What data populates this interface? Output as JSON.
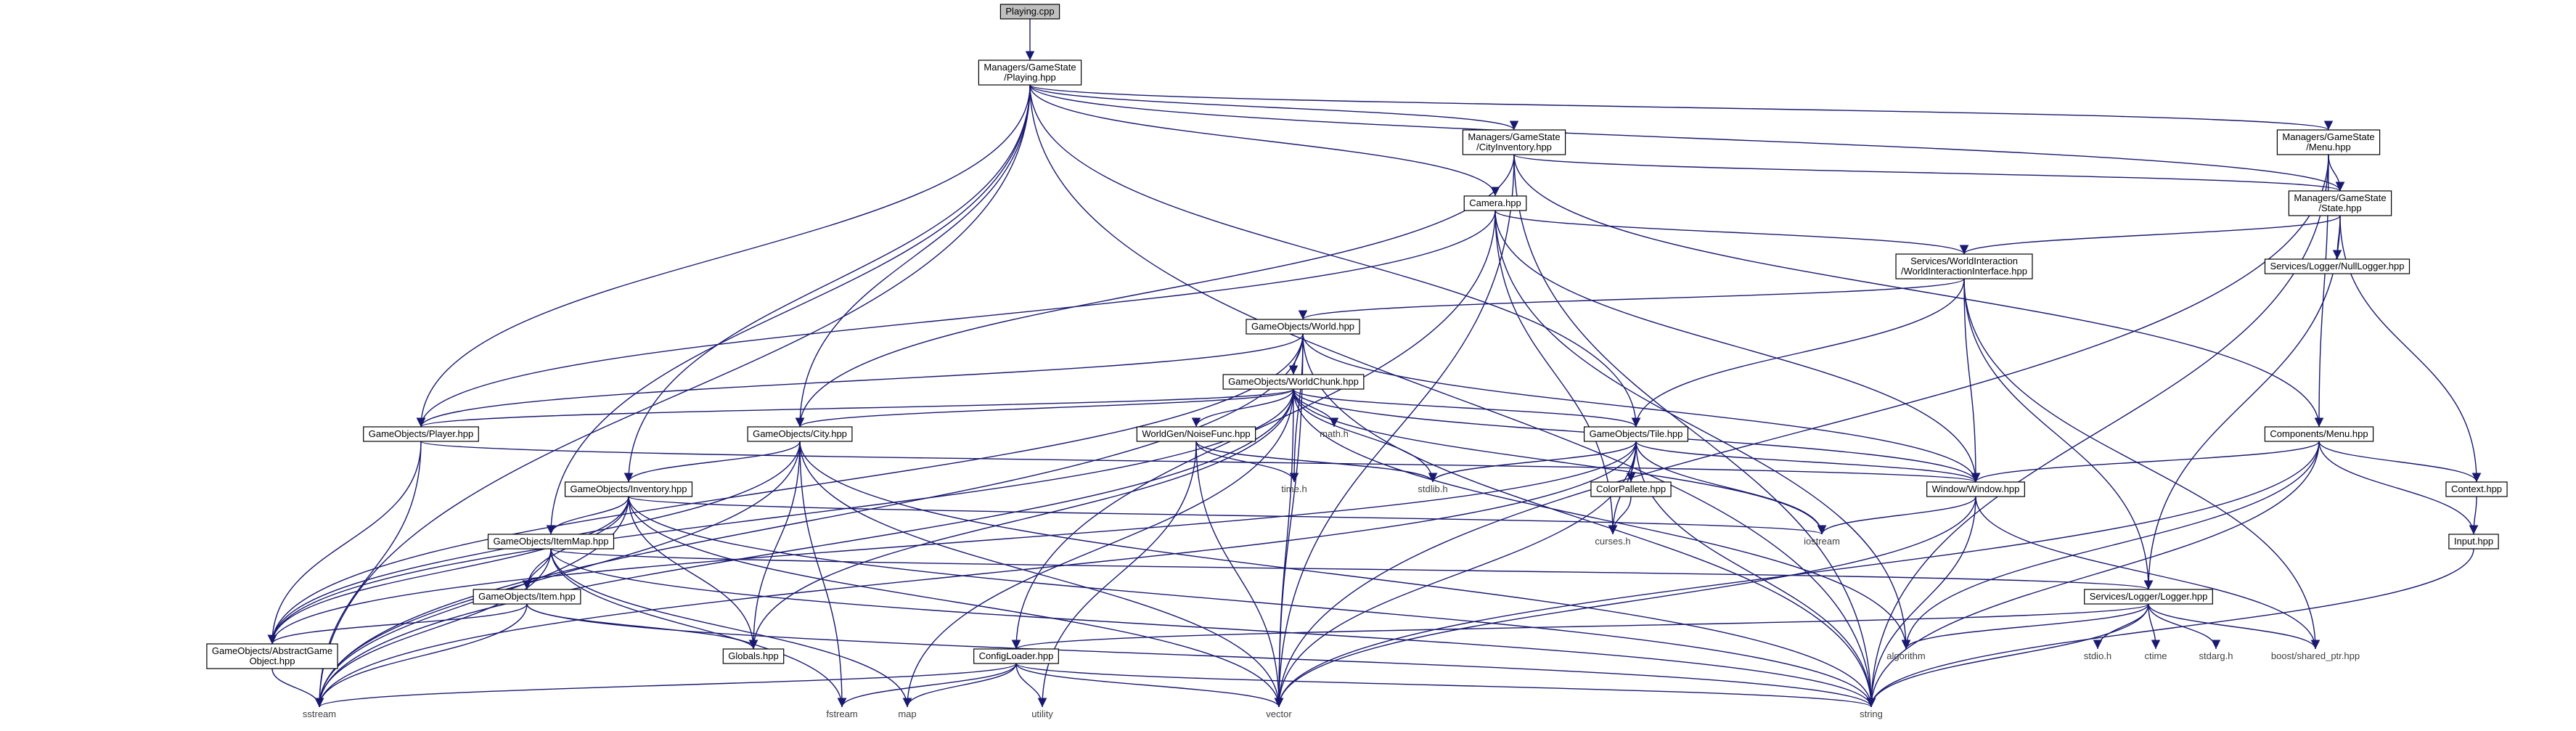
{
  "diagram": {
    "root": "Playing.cpp",
    "nodes": {
      "playing_cpp": {
        "label": [
          "Playing.cpp"
        ],
        "root": true
      },
      "playing_hpp": {
        "label": [
          "Managers/GameState",
          "/Playing.hpp"
        ]
      },
      "cityinv_hpp": {
        "label": [
          "Managers/GameState",
          "/CityInventory.hpp"
        ]
      },
      "menu_hpp": {
        "label": [
          "Managers/GameState",
          "/Menu.hpp"
        ]
      },
      "camera_hpp": {
        "label": [
          "Camera.hpp"
        ]
      },
      "state_hpp": {
        "label": [
          "Managers/GameState",
          "/State.hpp"
        ]
      },
      "wii_hpp": {
        "label": [
          "Services/WorldInteraction",
          "/WorldInteractionInterface.hpp"
        ]
      },
      "nulllogger_hpp": {
        "label": [
          "Services/Logger/NullLogger.hpp"
        ]
      },
      "world_hpp": {
        "label": [
          "GameObjects/World.hpp"
        ]
      },
      "worldchunk_hpp": {
        "label": [
          "GameObjects/WorldChunk.hpp"
        ]
      },
      "player_hpp": {
        "label": [
          "GameObjects/Player.hpp"
        ]
      },
      "city_hpp": {
        "label": [
          "GameObjects/City.hpp"
        ]
      },
      "noisefunc_hpp": {
        "label": [
          "WorldGen/NoiseFunc.hpp"
        ]
      },
      "math_h": {
        "label": [
          "math.h"
        ],
        "system": true
      },
      "tile_hpp": {
        "label": [
          "GameObjects/Tile.hpp"
        ]
      },
      "compmenu_hpp": {
        "label": [
          "Components/Menu.hpp"
        ]
      },
      "inventory_hpp": {
        "label": [
          "GameObjects/Inventory.hpp"
        ]
      },
      "time_h": {
        "label": [
          "time.h"
        ],
        "system": true
      },
      "stdlib_h": {
        "label": [
          "stdlib.h"
        ],
        "system": true
      },
      "colorpallete_hpp": {
        "label": [
          "ColorPallete.hpp"
        ]
      },
      "window_hpp": {
        "label": [
          "Window/Window.hpp"
        ]
      },
      "context_hpp": {
        "label": [
          "Context.hpp"
        ]
      },
      "itemmap_hpp": {
        "label": [
          "GameObjects/ItemMap.hpp"
        ]
      },
      "curses_h": {
        "label": [
          "curses.h"
        ],
        "system": true
      },
      "iostream": {
        "label": [
          "iostream"
        ],
        "system": true
      },
      "input_hpp": {
        "label": [
          "Input.hpp"
        ]
      },
      "item_hpp": {
        "label": [
          "GameObjects/Item.hpp"
        ]
      },
      "logger_hpp": {
        "label": [
          "Services/Logger/Logger.hpp"
        ]
      },
      "abstractgo_hpp": {
        "label": [
          "GameObjects/AbstractGame",
          "Object.hpp"
        ]
      },
      "globals_hpp": {
        "label": [
          "Globals.hpp"
        ]
      },
      "configloader_hpp": {
        "label": [
          "ConfigLoader.hpp"
        ]
      },
      "algorithm": {
        "label": [
          "algorithm"
        ],
        "system": true
      },
      "stdio_h": {
        "label": [
          "stdio.h"
        ],
        "system": true
      },
      "ctime": {
        "label": [
          "ctime"
        ],
        "system": true
      },
      "stdarg_h": {
        "label": [
          "stdarg.h"
        ],
        "system": true
      },
      "shared_ptr_hpp": {
        "label": [
          "boost/shared_ptr.hpp"
        ],
        "system": true
      },
      "sstream": {
        "label": [
          "sstream"
        ],
        "system": true
      },
      "fstream": {
        "label": [
          "fstream"
        ],
        "system": true
      },
      "map": {
        "label": [
          "map"
        ],
        "system": true
      },
      "utility": {
        "label": [
          "utility"
        ],
        "system": true
      },
      "vector": {
        "label": [
          "vector"
        ],
        "system": true
      },
      "string": {
        "label": [
          "string"
        ],
        "system": true
      }
    },
    "edges": [
      [
        "playing_cpp",
        "playing_hpp"
      ],
      [
        "playing_hpp",
        "cityinv_hpp"
      ],
      [
        "playing_hpp",
        "menu_hpp"
      ],
      [
        "playing_hpp",
        "camera_hpp"
      ],
      [
        "playing_hpp",
        "state_hpp"
      ],
      [
        "playing_hpp",
        "player_hpp"
      ],
      [
        "playing_hpp",
        "city_hpp"
      ],
      [
        "playing_hpp",
        "tile_hpp"
      ],
      [
        "playing_hpp",
        "inventory_hpp"
      ],
      [
        "playing_hpp",
        "itemmap_hpp"
      ],
      [
        "playing_hpp",
        "sstream"
      ],
      [
        "playing_hpp",
        "string"
      ],
      [
        "cityinv_hpp",
        "state_hpp"
      ],
      [
        "cityinv_hpp",
        "compmenu_hpp"
      ],
      [
        "cityinv_hpp",
        "city_hpp"
      ],
      [
        "cityinv_hpp",
        "vector"
      ],
      [
        "cityinv_hpp",
        "string"
      ],
      [
        "menu_hpp",
        "state_hpp"
      ],
      [
        "menu_hpp",
        "compmenu_hpp"
      ],
      [
        "menu_hpp",
        "vector"
      ],
      [
        "menu_hpp",
        "string"
      ],
      [
        "camera_hpp",
        "wii_hpp"
      ],
      [
        "camera_hpp",
        "player_hpp"
      ],
      [
        "camera_hpp",
        "window_hpp"
      ],
      [
        "camera_hpp",
        "curses_h"
      ],
      [
        "camera_hpp",
        "configloader_hpp"
      ],
      [
        "camera_hpp",
        "algorithm"
      ],
      [
        "state_hpp",
        "wii_hpp"
      ],
      [
        "state_hpp",
        "nulllogger_hpp"
      ],
      [
        "state_hpp",
        "logger_hpp"
      ],
      [
        "state_hpp",
        "context_hpp"
      ],
      [
        "wii_hpp",
        "world_hpp"
      ],
      [
        "wii_hpp",
        "tile_hpp"
      ],
      [
        "wii_hpp",
        "window_hpp"
      ],
      [
        "wii_hpp",
        "logger_hpp"
      ],
      [
        "wii_hpp",
        "shared_ptr_hpp"
      ],
      [
        "world_hpp",
        "worldchunk_hpp"
      ],
      [
        "world_hpp",
        "player_hpp"
      ],
      [
        "world_hpp",
        "time_h"
      ],
      [
        "world_hpp",
        "window_hpp"
      ],
      [
        "world_hpp",
        "abstractgo_hpp"
      ],
      [
        "world_hpp",
        "sstream"
      ],
      [
        "world_hpp",
        "vector"
      ],
      [
        "world_hpp",
        "string"
      ],
      [
        "worldchunk_hpp",
        "city_hpp"
      ],
      [
        "worldchunk_hpp",
        "noisefunc_hpp"
      ],
      [
        "worldchunk_hpp",
        "math_h"
      ],
      [
        "worldchunk_hpp",
        "tile_hpp"
      ],
      [
        "worldchunk_hpp",
        "stdlib_h"
      ],
      [
        "worldchunk_hpp",
        "window_hpp"
      ],
      [
        "worldchunk_hpp",
        "iostream"
      ],
      [
        "worldchunk_hpp",
        "globals_hpp"
      ],
      [
        "worldchunk_hpp",
        "map"
      ],
      [
        "worldchunk_hpp",
        "vector"
      ],
      [
        "worldchunk_hpp",
        "abstractgo_hpp"
      ],
      [
        "worldchunk_hpp",
        "sstream"
      ],
      [
        "worldchunk_hpp",
        "algorithm"
      ],
      [
        "worldchunk_hpp",
        "player_hpp"
      ],
      [
        "player_hpp",
        "window_hpp"
      ],
      [
        "player_hpp",
        "abstractgo_hpp"
      ],
      [
        "player_hpp",
        "sstream"
      ],
      [
        "city_hpp",
        "inventory_hpp"
      ],
      [
        "city_hpp",
        "globals_hpp"
      ],
      [
        "city_hpp",
        "fstream"
      ],
      [
        "city_hpp",
        "vector"
      ],
      [
        "city_hpp",
        "string"
      ],
      [
        "city_hpp",
        "abstractgo_hpp"
      ],
      [
        "city_hpp",
        "sstream"
      ],
      [
        "noisefunc_hpp",
        "time_h"
      ],
      [
        "noisefunc_hpp",
        "stdlib_h"
      ],
      [
        "noisefunc_hpp",
        "utility"
      ],
      [
        "noisefunc_hpp",
        "vector"
      ],
      [
        "tile_hpp",
        "colorpallete_hpp"
      ],
      [
        "tile_hpp",
        "window_hpp"
      ],
      [
        "tile_hpp",
        "stdlib_h"
      ],
      [
        "tile_hpp",
        "curses_h"
      ],
      [
        "tile_hpp",
        "iostream"
      ],
      [
        "tile_hpp",
        "abstractgo_hpp"
      ],
      [
        "tile_hpp",
        "sstream"
      ],
      [
        "tile_hpp",
        "vector"
      ],
      [
        "tile_hpp",
        "string"
      ],
      [
        "compmenu_hpp",
        "window_hpp"
      ],
      [
        "compmenu_hpp",
        "context_hpp"
      ],
      [
        "compmenu_hpp",
        "input_hpp"
      ],
      [
        "compmenu_hpp",
        "algorithm"
      ],
      [
        "compmenu_hpp",
        "vector"
      ],
      [
        "compmenu_hpp",
        "string"
      ],
      [
        "inventory_hpp",
        "itemmap_hpp"
      ],
      [
        "inventory_hpp",
        "item_hpp"
      ],
      [
        "inventory_hpp",
        "globals_hpp"
      ],
      [
        "inventory_hpp",
        "iostream"
      ],
      [
        "inventory_hpp",
        "abstractgo_hpp"
      ],
      [
        "inventory_hpp",
        "sstream"
      ],
      [
        "inventory_hpp",
        "vector"
      ],
      [
        "inventory_hpp",
        "string"
      ],
      [
        "colorpallete_hpp",
        "curses_h"
      ],
      [
        "window_hpp",
        "iostream"
      ],
      [
        "window_hpp",
        "shared_ptr_hpp"
      ],
      [
        "window_hpp",
        "vector"
      ],
      [
        "window_hpp",
        "string"
      ],
      [
        "context_hpp",
        "input_hpp"
      ],
      [
        "itemmap_hpp",
        "item_hpp"
      ],
      [
        "itemmap_hpp",
        "logger_hpp"
      ],
      [
        "itemmap_hpp",
        "fstream"
      ],
      [
        "itemmap_hpp",
        "map"
      ],
      [
        "itemmap_hpp",
        "sstream"
      ],
      [
        "itemmap_hpp",
        "string"
      ],
      [
        "input_hpp",
        "string"
      ],
      [
        "item_hpp",
        "abstractgo_hpp"
      ],
      [
        "item_hpp",
        "globals_hpp"
      ],
      [
        "item_hpp",
        "sstream"
      ],
      [
        "item_hpp",
        "string"
      ],
      [
        "logger_hpp",
        "configloader_hpp"
      ],
      [
        "logger_hpp",
        "algorithm"
      ],
      [
        "logger_hpp",
        "stdio_h"
      ],
      [
        "logger_hpp",
        "ctime"
      ],
      [
        "logger_hpp",
        "stdarg_h"
      ],
      [
        "logger_hpp",
        "shared_ptr_hpp"
      ],
      [
        "logger_hpp",
        "string"
      ],
      [
        "abstractgo_hpp",
        "sstream"
      ],
      [
        "configloader_hpp",
        "sstream"
      ],
      [
        "configloader_hpp",
        "fstream"
      ],
      [
        "configloader_hpp",
        "map"
      ],
      [
        "configloader_hpp",
        "utility"
      ],
      [
        "configloader_hpp",
        "vector"
      ],
      [
        "configloader_hpp",
        "string"
      ]
    ]
  }
}
